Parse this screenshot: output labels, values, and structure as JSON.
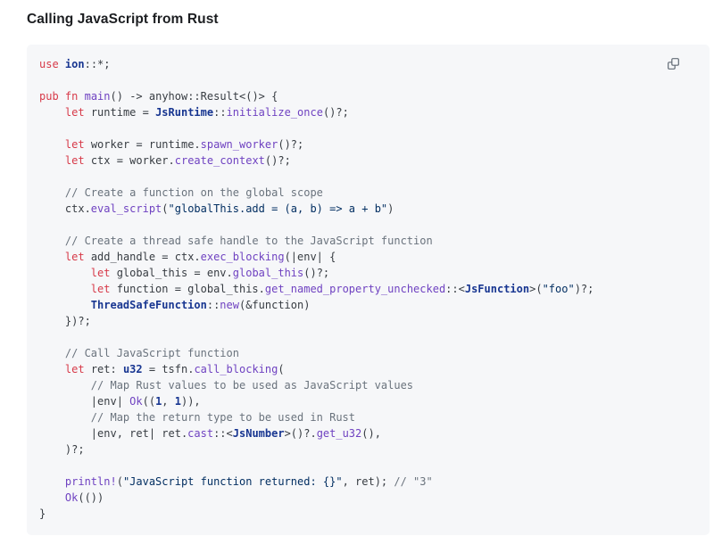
{
  "page": {
    "title": "Calling JavaScript from Rust"
  },
  "code_block": {
    "background_color": "#f6f7f9",
    "copy_icon": "copy-icon",
    "token_colors": {
      "kw": "#d73a49",
      "fn": "#6f42c1",
      "str": "#032f62",
      "num": "#183691",
      "ty": "#183691",
      "cm": "#6a737d",
      "pl": "#373c42"
    },
    "lines": [
      [
        [
          "kw",
          "use"
        ],
        [
          "pl",
          " "
        ],
        [
          "ty",
          "ion"
        ],
        [
          "pl",
          "::*;"
        ]
      ],
      [],
      [
        [
          "kw",
          "pub"
        ],
        [
          "pl",
          " "
        ],
        [
          "kw",
          "fn"
        ],
        [
          "pl",
          " "
        ],
        [
          "fn",
          "main"
        ],
        [
          "pl",
          "() -> anyhow::Result<()> {"
        ]
      ],
      [
        [
          "pl",
          "    "
        ],
        [
          "kw",
          "let"
        ],
        [
          "pl",
          " runtime = "
        ],
        [
          "ty",
          "JsRuntime"
        ],
        [
          "pl",
          "::"
        ],
        [
          "fn",
          "initialize_once"
        ],
        [
          "pl",
          "()?;"
        ]
      ],
      [],
      [
        [
          "pl",
          "    "
        ],
        [
          "kw",
          "let"
        ],
        [
          "pl",
          " worker = runtime."
        ],
        [
          "fn",
          "spawn_worker"
        ],
        [
          "pl",
          "()?;"
        ]
      ],
      [
        [
          "pl",
          "    "
        ],
        [
          "kw",
          "let"
        ],
        [
          "pl",
          " ctx = worker."
        ],
        [
          "fn",
          "create_context"
        ],
        [
          "pl",
          "()?;"
        ]
      ],
      [],
      [
        [
          "pl",
          "    "
        ],
        [
          "cm",
          "// Create a function on the global scope"
        ]
      ],
      [
        [
          "pl",
          "    ctx."
        ],
        [
          "fn",
          "eval_script"
        ],
        [
          "pl",
          "("
        ],
        [
          "str",
          "\"globalThis.add = (a, b) => a + b\""
        ],
        [
          "pl",
          ")"
        ]
      ],
      [],
      [
        [
          "pl",
          "    "
        ],
        [
          "cm",
          "// Create a thread safe handle to the JavaScript function"
        ]
      ],
      [
        [
          "pl",
          "    "
        ],
        [
          "kw",
          "let"
        ],
        [
          "pl",
          " add_handle = ctx."
        ],
        [
          "fn",
          "exec_blocking"
        ],
        [
          "pl",
          "(|env| {"
        ]
      ],
      [
        [
          "pl",
          "        "
        ],
        [
          "kw",
          "let"
        ],
        [
          "pl",
          " global_this = env."
        ],
        [
          "fn",
          "global_this"
        ],
        [
          "pl",
          "()?;"
        ]
      ],
      [
        [
          "pl",
          "        "
        ],
        [
          "kw",
          "let"
        ],
        [
          "pl",
          " function = global_this."
        ],
        [
          "fn",
          "get_named_property_unchecked"
        ],
        [
          "pl",
          "::<"
        ],
        [
          "ty",
          "JsFunction"
        ],
        [
          "pl",
          ">("
        ],
        [
          "str",
          "\"foo\""
        ],
        [
          "pl",
          ")?;"
        ]
      ],
      [
        [
          "pl",
          "        "
        ],
        [
          "ty",
          "ThreadSafeFunction"
        ],
        [
          "pl",
          "::"
        ],
        [
          "fn",
          "new"
        ],
        [
          "pl",
          "(&function)"
        ]
      ],
      [
        [
          "pl",
          "    })?;"
        ]
      ],
      [],
      [
        [
          "pl",
          "    "
        ],
        [
          "cm",
          "// Call JavaScript function"
        ]
      ],
      [
        [
          "pl",
          "    "
        ],
        [
          "kw",
          "let"
        ],
        [
          "pl",
          " ret: "
        ],
        [
          "ty",
          "u32"
        ],
        [
          "pl",
          " = tsfn."
        ],
        [
          "fn",
          "call_blocking"
        ],
        [
          "pl",
          "("
        ]
      ],
      [
        [
          "pl",
          "        "
        ],
        [
          "cm",
          "// Map Rust values to be used as JavaScript values"
        ]
      ],
      [
        [
          "pl",
          "        |env| "
        ],
        [
          "fn",
          "Ok"
        ],
        [
          "pl",
          "(("
        ],
        [
          "num",
          "1"
        ],
        [
          "pl",
          ", "
        ],
        [
          "num",
          "1"
        ],
        [
          "pl",
          ")),"
        ]
      ],
      [
        [
          "pl",
          "        "
        ],
        [
          "cm",
          "// Map the return type to be used in Rust"
        ]
      ],
      [
        [
          "pl",
          "        |env, ret| ret."
        ],
        [
          "fn",
          "cast"
        ],
        [
          "pl",
          "::<"
        ],
        [
          "ty",
          "JsNumber"
        ],
        [
          "pl",
          ">()?."
        ],
        [
          "fn",
          "get_u32"
        ],
        [
          "pl",
          "(),"
        ]
      ],
      [
        [
          "pl",
          "    )?;"
        ]
      ],
      [],
      [
        [
          "pl",
          "    "
        ],
        [
          "fn",
          "println!"
        ],
        [
          "pl",
          "("
        ],
        [
          "str",
          "\"JavaScript function returned: {}\""
        ],
        [
          "pl",
          ", ret); "
        ],
        [
          "cm",
          "// \"3\""
        ]
      ],
      [
        [
          "pl",
          "    "
        ],
        [
          "fn",
          "Ok"
        ],
        [
          "pl",
          "(())"
        ]
      ],
      [
        [
          "pl",
          "}"
        ]
      ]
    ]
  }
}
